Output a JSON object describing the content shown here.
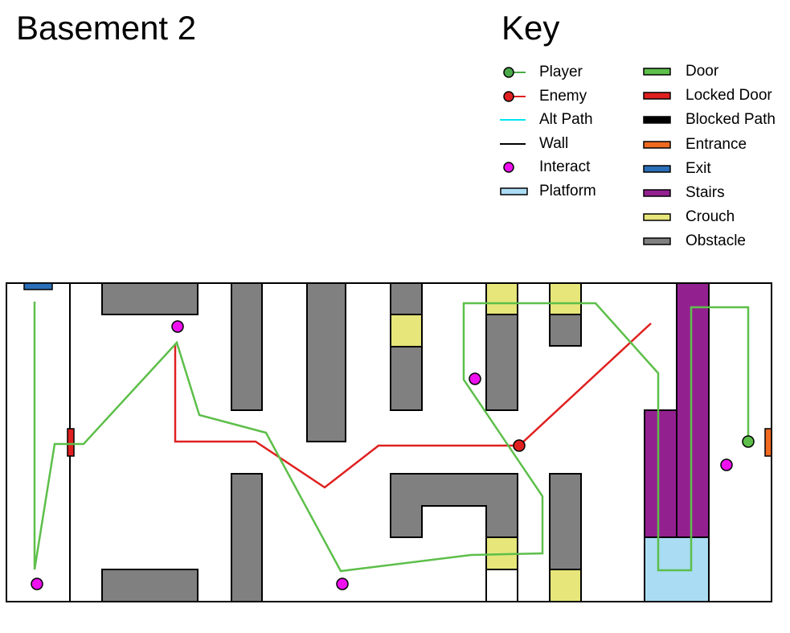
{
  "map": {
    "title": "Basement 2"
  },
  "legend": {
    "title": "Key",
    "items": [
      {
        "key": "player",
        "label": "Player",
        "symbol": "dot-line",
        "color": "#4aaa4a"
      },
      {
        "key": "enemy",
        "label": "Enemy",
        "symbol": "dot-line",
        "color": "#e02020"
      },
      {
        "key": "alt-path",
        "label": "Alt Path",
        "symbol": "line",
        "color": "#00e5ee"
      },
      {
        "key": "wall",
        "label": "Wall",
        "symbol": "line",
        "color": "#000000"
      },
      {
        "key": "interact",
        "label": "Interact",
        "symbol": "dot",
        "color": "#ee10ee"
      },
      {
        "key": "platform",
        "label": "Platform",
        "symbol": "rect",
        "color": "#aadcf4"
      },
      {
        "key": "door",
        "label": "Door",
        "symbol": "rect",
        "color": "#5dbf4a"
      },
      {
        "key": "locked-door",
        "label": "Locked Door",
        "symbol": "rect",
        "color": "#e02020"
      },
      {
        "key": "blocked-path",
        "label": "Blocked Path",
        "symbol": "rect",
        "color": "#000000"
      },
      {
        "key": "entrance",
        "label": "Entrance",
        "symbol": "rect",
        "color": "#f06a20"
      },
      {
        "key": "exit",
        "label": "Exit",
        "symbol": "rect",
        "color": "#2a6fb8"
      },
      {
        "key": "stairs",
        "label": "Stairs",
        "symbol": "rect",
        "color": "#93208f"
      },
      {
        "key": "crouch",
        "label": "Crouch",
        "symbol": "rect",
        "color": "#e6e67a"
      },
      {
        "key": "obstacle",
        "label": "Obstacle",
        "symbol": "rect",
        "color": "#808080"
      }
    ]
  },
  "colors": {
    "obstacle": "#808080",
    "crouch": "#e6e67a",
    "stairs": "#93208f",
    "platform": "#aadcf4",
    "player_path": "#5dbf4a",
    "enemy_path": "#e02020",
    "interact": "#ee10ee",
    "exit": "#2a6fb8",
    "entrance": "#f06a20",
    "locked_door": "#e02020"
  }
}
